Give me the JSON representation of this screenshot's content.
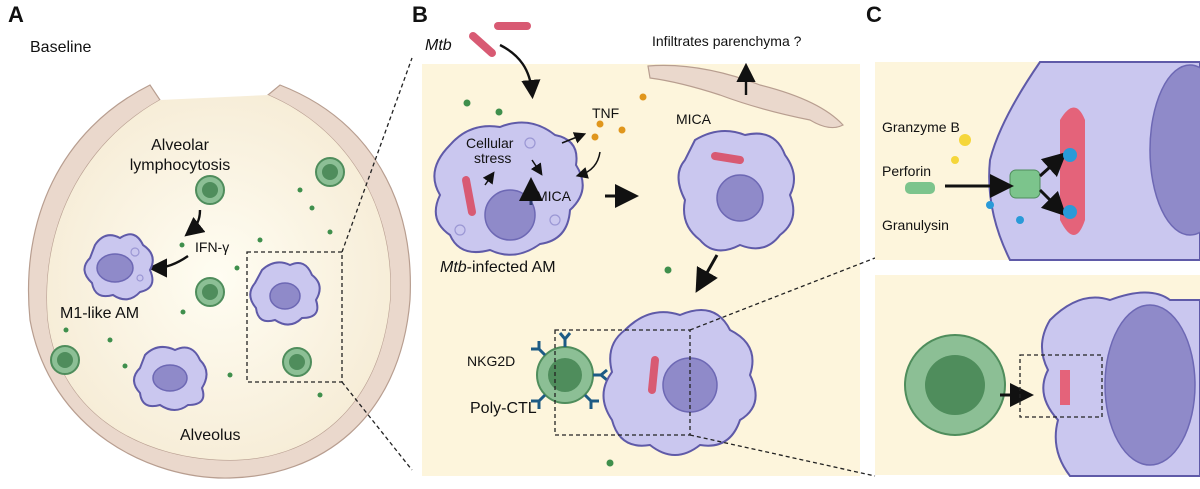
{
  "panels": {
    "a": {
      "letter": "A",
      "title": "Baseline",
      "labels": {
        "lymphocytosis_line1": "Alveolar",
        "lymphocytosis_line2": "lymphocytosis",
        "ifng": "IFN-γ",
        "m1_am": "M1-like AM",
        "alveolus": "Alveolus"
      }
    },
    "b": {
      "letter": "B",
      "labels": {
        "mtb": "Mtb",
        "infiltrates": "Infiltrates parenchyma ?",
        "tnf": "TNF",
        "mica_top": "MICA",
        "cellular_stress_line1": "Cellular",
        "cellular_stress_line2": "stress",
        "mica_up": "MICA",
        "infected_am_italic": "Mtb",
        "infected_am_rest": "-infected AM",
        "nkg2d": "NKG2D",
        "poly_ctl": "Poly-CTL"
      }
    },
    "c": {
      "letter": "C",
      "labels": {
        "granzyme": "Granzyme B",
        "perforin": "Perforin",
        "granulysin": "Granulysin"
      }
    }
  },
  "colors": {
    "background": "#fdf5dc",
    "macrophage": "#cac7ef",
    "lymphocyte": "#8cbf95",
    "mtb": "#d85a73",
    "mica": "#e0707a",
    "tnf": "#e0961c"
  }
}
